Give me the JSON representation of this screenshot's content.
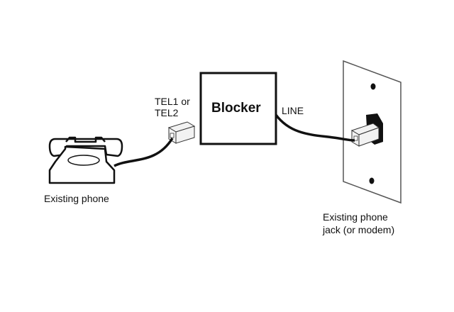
{
  "diagram": {
    "blocker": {
      "label": "Blocker"
    },
    "tel_port": {
      "line1": "TEL1 or",
      "line2": "TEL2"
    },
    "line_port": {
      "label": "LINE"
    },
    "phone": {
      "label": "Existing phone"
    },
    "wall_jack": {
      "line1": "Existing phone",
      "line2": "jack (or modem)"
    },
    "colors": {
      "stroke": "#111111",
      "background": "#ffffff",
      "plug_fill": "#f2f2f2"
    }
  }
}
